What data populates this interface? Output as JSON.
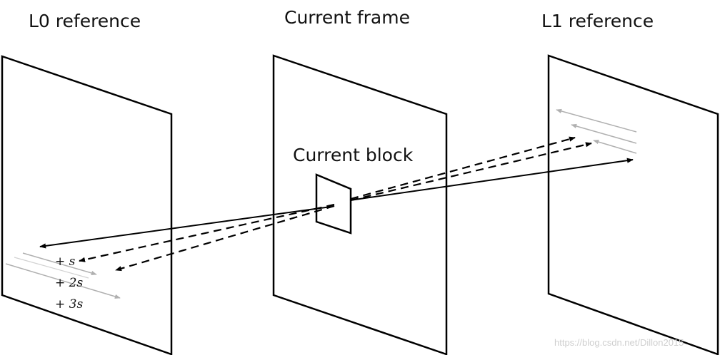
{
  "labels": {
    "l0_reference": "L0 reference",
    "current_frame": "Current frame",
    "l1_reference": "L1 reference",
    "current_block": "Current block"
  },
  "offsets": [
    "+ s",
    "+ 2s",
    "+ 3s"
  ],
  "watermark": "https://blog.csdn.net/Dillon2015",
  "colors": {
    "line": "#000000",
    "guide": "#b0b0b0",
    "watermark": "#cfcfcf"
  }
}
